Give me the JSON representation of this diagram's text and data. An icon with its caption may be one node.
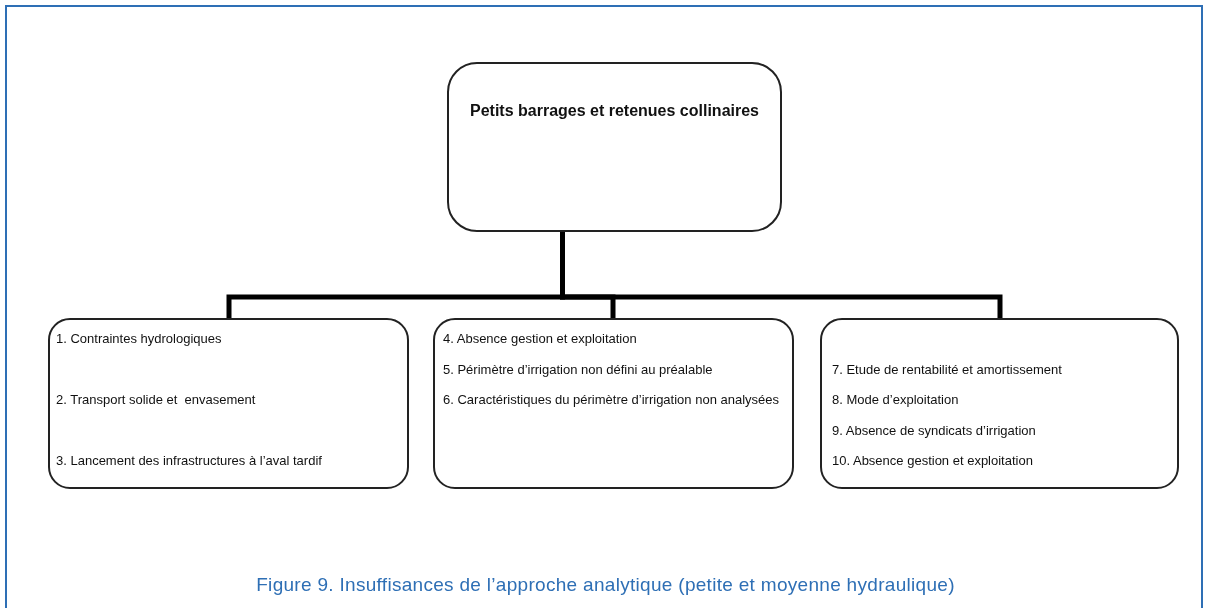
{
  "diagram": {
    "caption": "Figure 9. Insuffisances de l’approche analytique (petite et moyenne hydraulique)",
    "nodes": [
      {
        "text": [
          "Petits barrages et retenues collinaires"
        ]
      },
      {
        "text": [
          "1. Contraintes hydrologiques",
          "2. Transport solide et  envasement",
          "3. Lancement des infrastructures à l’aval tardif"
        ]
      },
      {
        "text": [
          "4. Absence gestion et exploitation",
          "5. Périmètre d’irrigation non défini au préalable",
          "6. Caractéristiques du périmètre d’irrigation non analysées"
        ]
      },
      {
        "text": [
          "7. Etude de rentabilité et amortissement",
          "8. Mode d’exploitation",
          "9. Absence de syndicats d’irrigation",
          "10. Absence gestion et exploitation"
        ]
      }
    ],
    "edges": [
      {
        "from": 0,
        "to": 1,
        "arrow": "none"
      },
      {
        "from": 0,
        "to": 2,
        "arrow": "none"
      },
      {
        "from": 0,
        "to": 3,
        "arrow": "none"
      }
    ]
  }
}
